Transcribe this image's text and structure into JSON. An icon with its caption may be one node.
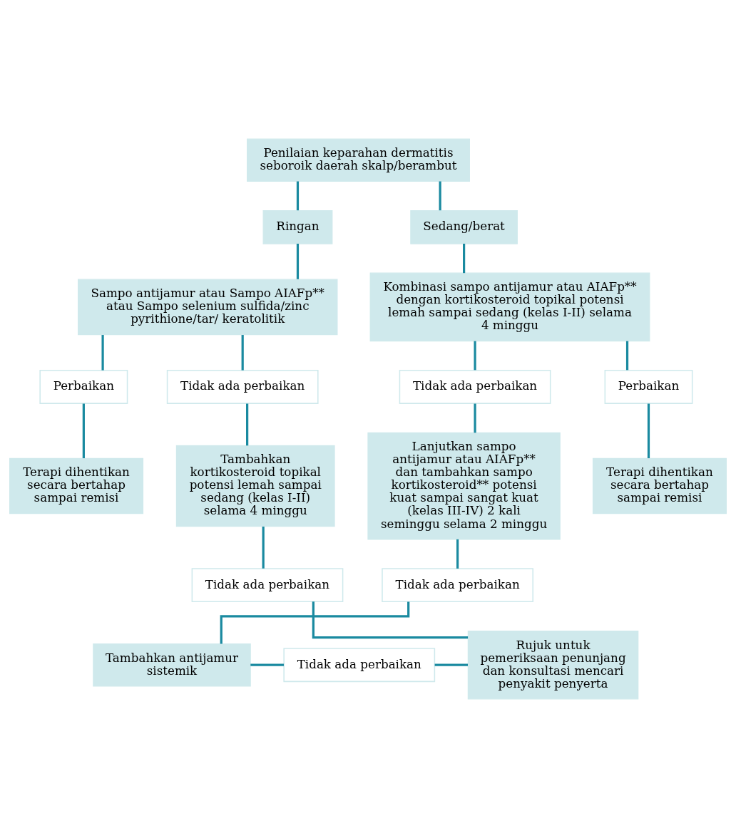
{
  "diagram": {
    "nodes": [
      {
        "text": [
          "Penilaian keparahan dermatitis seboroik daerah skalp/berambut"
        ]
      },
      {
        "text": [
          "Ringan"
        ]
      },
      {
        "text": [
          "Sedang/berat"
        ]
      },
      {
        "text": [
          "Sampo antijamur atau Sampo AIAFp** atau Sampo selenium sulfida/zinc pyrithione/tar/ keratolitik"
        ]
      },
      {
        "text": [
          "Kombinasi sampo antijamur atau AIAFp** dengan kortikosteroid topikal potensi lemah sampai sedang (kelas I-II) selama 4 minggu"
        ]
      },
      {
        "text": [
          "Perbaikan"
        ]
      },
      {
        "text": [
          "Tidak ada perbaikan"
        ]
      },
      {
        "text": [
          "Perbaikan"
        ]
      },
      {
        "text": [
          "Tidak ada perbaikan"
        ]
      },
      {
        "text": [
          "Terapi dihentikan secara bertahap sampai remisi"
        ]
      },
      {
        "text": [
          "Tambahkan kortikosteroid topikal potensi lemah sampai sedang (kelas I-II) selama 4 minggu"
        ]
      },
      {
        "text": [
          "Terapi dihentikan secara bertahap sampai remisi"
        ]
      },
      {
        "text": [
          "Lanjutkan sampo antijamur atau AIAFp** dan tambahkan sampo kortikosteroid** potensi kuat sampai sangat kuat (kelas III-IV) 2 kali seminggu selama 2 minggu"
        ]
      },
      {
        "text": [
          "Tidak ada perbaikan"
        ]
      },
      {
        "text": [
          "Tidak ada perbaikan"
        ]
      },
      {
        "text": [
          "Rujuk untuk pemeriksaan penunjang dan konsultasi mencari penyakit penyerta"
        ]
      },
      {
        "text": [
          "Tambahkan antijamur sistemik"
        ]
      },
      {
        "text": [
          "Tidak ada perbaikan"
        ]
      }
    ],
    "edges": [
      {
        "from": 0,
        "to": 1,
        "arrow": "none"
      },
      {
        "from": 0,
        "to": 2,
        "arrow": "none"
      },
      {
        "from": 1,
        "to": 3,
        "arrow": "none"
      },
      {
        "from": 2,
        "to": 4,
        "arrow": "none"
      },
      {
        "from": 3,
        "to": 5,
        "arrow": "none"
      },
      {
        "from": 3,
        "to": 6,
        "arrow": "none"
      },
      {
        "from": 4,
        "to": 7,
        "arrow": "none"
      },
      {
        "from": 4,
        "to": 8,
        "arrow": "none"
      },
      {
        "from": 5,
        "to": 9,
        "arrow": "none"
      },
      {
        "from": 6,
        "to": 10,
        "arrow": "none"
      },
      {
        "from": 7,
        "to": 11,
        "arrow": "none"
      },
      {
        "from": 8,
        "to": 12,
        "arrow": "none"
      },
      {
        "from": 10,
        "to": 13,
        "arrow": "none"
      },
      {
        "from": 13,
        "to": 15,
        "arrow": "none"
      },
      {
        "from": 12,
        "to": 14,
        "arrow": "none"
      },
      {
        "from": 14,
        "to": 16,
        "arrow": "none"
      },
      {
        "from": 16,
        "to": 17,
        "arrow": "none"
      },
      {
        "from": 17,
        "to": 15,
        "arrow": "none"
      }
    ]
  }
}
